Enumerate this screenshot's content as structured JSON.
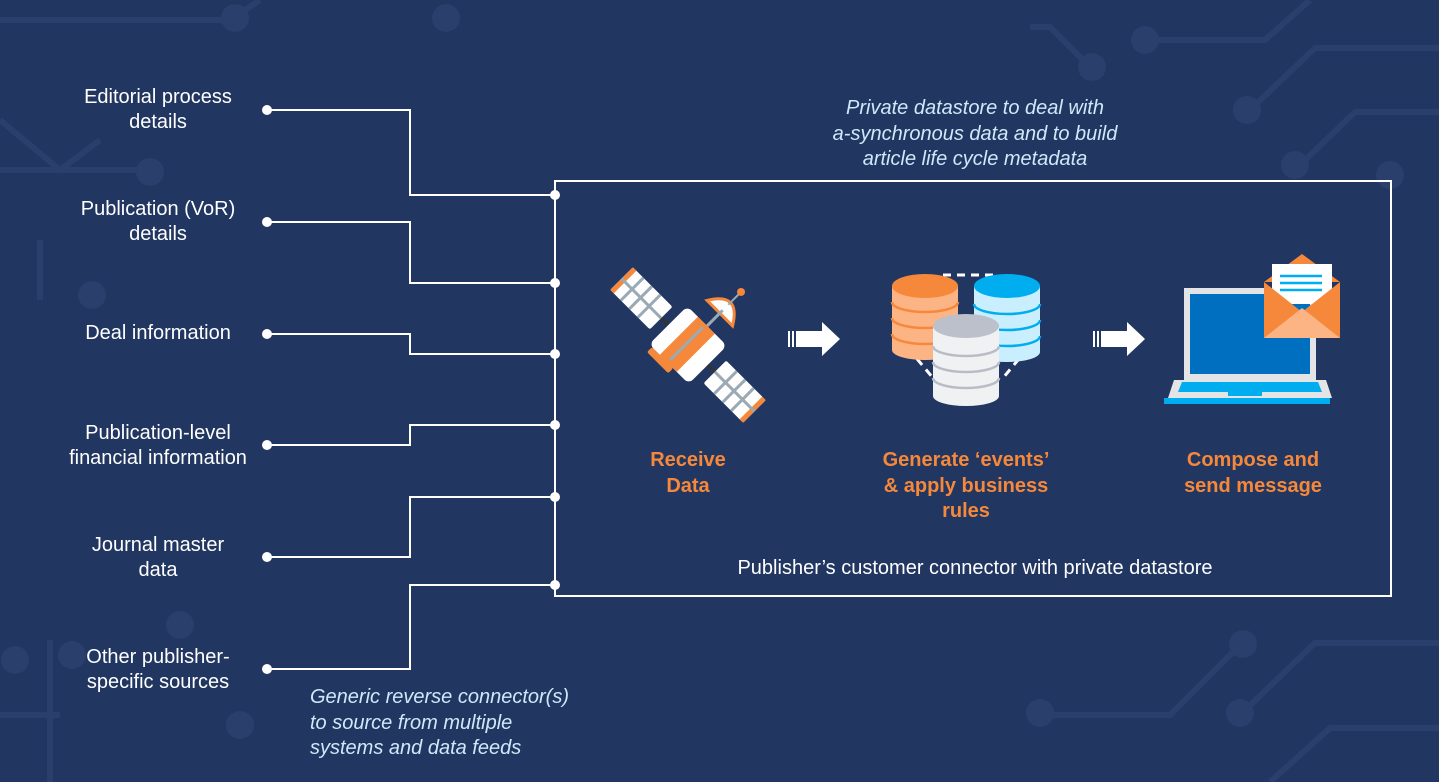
{
  "sources": [
    {
      "label": "Editorial process\ndetails"
    },
    {
      "label": "Publication (VoR)\ndetails"
    },
    {
      "label": "Deal information"
    },
    {
      "label": "Publication-level\nfinancial information"
    },
    {
      "label": "Journal master\ndata"
    },
    {
      "label": "Other publisher-\nspecific sources"
    }
  ],
  "notes": {
    "private_datastore": "Private datastore to deal with\na-synchronous data and to build\narticle life cycle metadata",
    "reverse_connector": "Generic reverse connector(s)\nto source from multiple\nsystems and data feeds"
  },
  "connector": {
    "caption": "Publisher’s customer connector with private datastore",
    "steps": [
      {
        "label": "Receive\nData",
        "icon": "satellite-icon"
      },
      {
        "label": "Generate ‘events’\n& apply business\nrules",
        "icon": "database-icon"
      },
      {
        "label": "Compose and\nsend message",
        "icon": "laptop-email-icon"
      }
    ]
  },
  "colors": {
    "background": "#213661",
    "accent_orange": "#f5883a",
    "note_text": "#cfe9fa",
    "line": "#ffffff"
  }
}
